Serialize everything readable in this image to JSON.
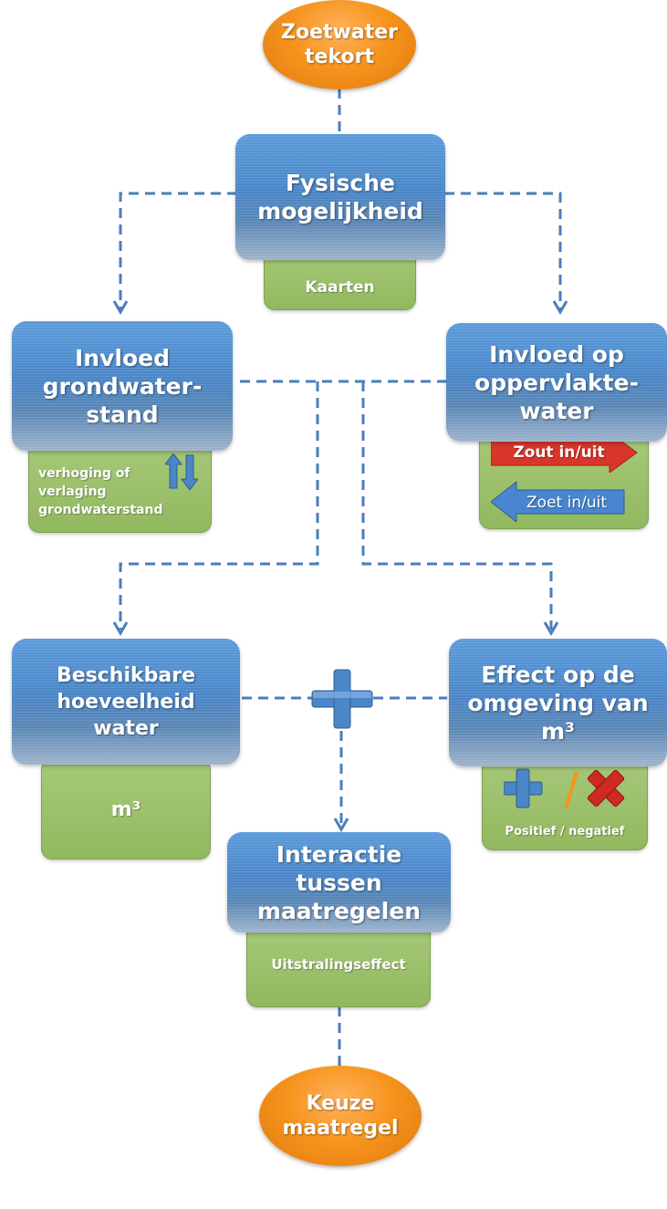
{
  "nodes": {
    "start": [
      "Zoetwater",
      "tekort"
    ],
    "fysisch": [
      "Fysische",
      "mogelijkheid"
    ],
    "kaarten": "Kaarten",
    "grondwater": [
      "Invloed",
      "grondwater-",
      "stand"
    ],
    "grondwater_note": [
      "verhoging of",
      "verlaging",
      "grondwaterstand"
    ],
    "oppervlakte": [
      "Invloed op",
      "oppervlakte-",
      "water"
    ],
    "zout": "Zout in/uit",
    "zoet": "Zoet in/uit",
    "beschikbaar": [
      "Beschikbare",
      "hoeveelheid",
      "water"
    ],
    "m3_unit": "m³",
    "effect": [
      "Effect op de",
      "omgeving van",
      "m³"
    ],
    "effect_note": "Positief / negatief",
    "interactie": [
      "Interactie",
      "tussen",
      "maatregelen"
    ],
    "uitstraling": "Uitstralingseffect",
    "end": [
      "Keuze",
      "maatregel"
    ]
  },
  "colors": {
    "connector": "#4a7ebb",
    "blue_box": "#4f8fd1",
    "green_box": "#9bc16a",
    "orange_oval": "#f7941e",
    "red_arrow": "#d9362b",
    "blue_arrow": "#4a86d0"
  },
  "icons": [
    "up-down-arrows-icon",
    "zout-arrow-right-icon",
    "zoet-arrow-left-icon",
    "plus-icon",
    "slash-icon",
    "cross-icon"
  ]
}
